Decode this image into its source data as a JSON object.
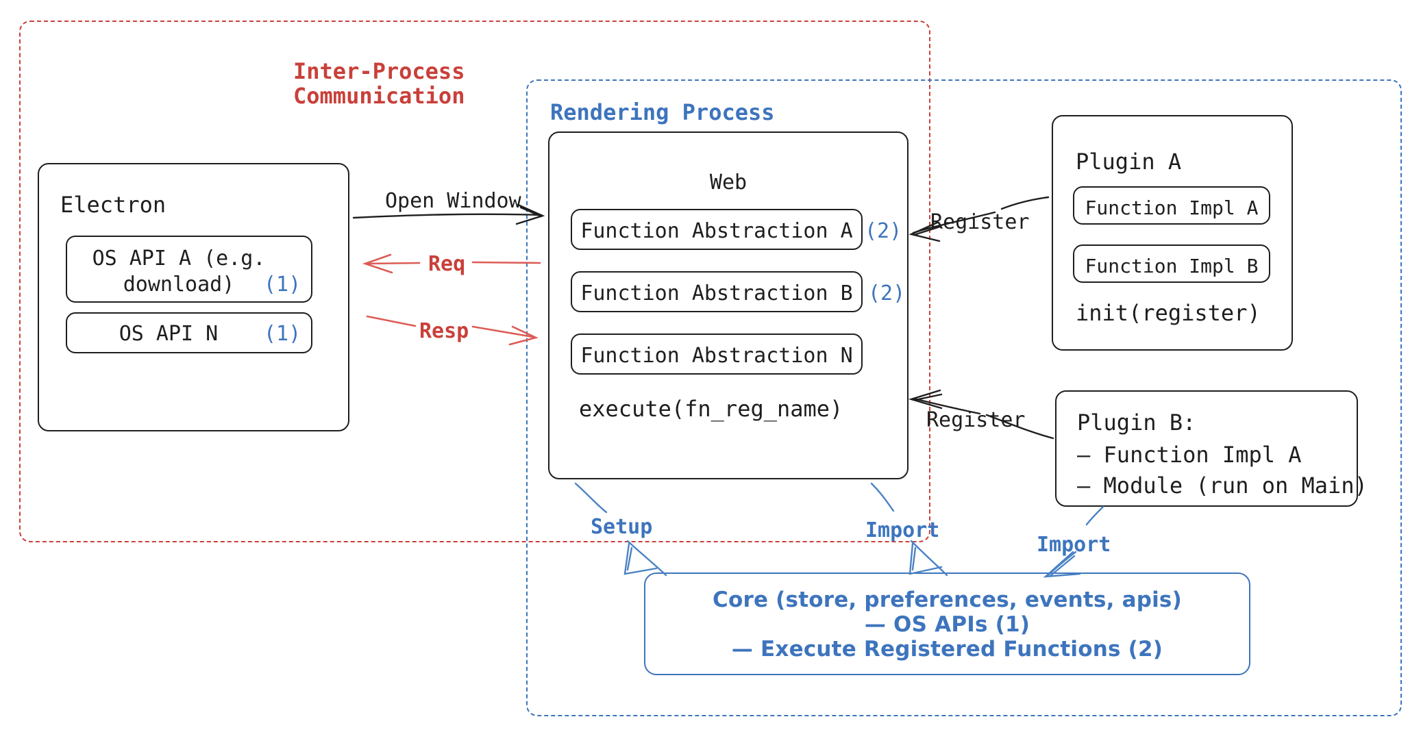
{
  "diagram": {
    "title": "Electron plugin architecture",
    "colors": {
      "ink": "#1e1e1e",
      "red": "#c9403a",
      "blue": "#3d74bd",
      "background": "#ffffff"
    }
  },
  "containers": {
    "ipc": {
      "label": "Inter-Process\nCommunication",
      "label_line1": "Inter-Process",
      "label_line2": "Communication",
      "style": "dashed",
      "color": "#c9403a"
    },
    "rendering": {
      "label": "Rendering Process",
      "style": "dashed",
      "color": "#3d74bd"
    }
  },
  "electron": {
    "title": "Electron",
    "apis": [
      {
        "name_line1": "OS API A (e.g.",
        "name_line2": "download)",
        "marker": "(1)"
      },
      {
        "name_line1": "OS API N",
        "name_line2": "",
        "marker": "(1)"
      }
    ]
  },
  "web": {
    "title": "Web",
    "abstractions": [
      {
        "label": "Function Abstraction A",
        "marker": "(2)"
      },
      {
        "label": "Function Abstraction B",
        "marker": "(2)"
      },
      {
        "label": "Function Abstraction N",
        "marker": ""
      }
    ],
    "footer": "execute(fn_reg_name)"
  },
  "plugin_a": {
    "title": "Plugin A",
    "items": [
      "Function Impl A",
      "Function Impl B"
    ],
    "footer": "init(register)"
  },
  "plugin_b": {
    "title": "Plugin B:",
    "items": [
      "— Function Impl A",
      "— Module (run on Main)"
    ]
  },
  "core": {
    "lines": [
      "Core (store, preferences, events, apis)",
      "— OS APIs (1)",
      "— Execute Registered Functions (2)"
    ]
  },
  "edges": [
    {
      "id": "open-window",
      "label": "Open Window",
      "color": "#1e1e1e"
    },
    {
      "id": "req",
      "label": "Req",
      "color": "#c9403a"
    },
    {
      "id": "resp",
      "label": "Resp",
      "color": "#c9403a"
    },
    {
      "id": "register-a",
      "label": "Register",
      "color": "#1e1e1e"
    },
    {
      "id": "register-b",
      "label": "Register",
      "color": "#1e1e1e"
    },
    {
      "id": "setup",
      "label": "Setup",
      "color": "#3d74bd"
    },
    {
      "id": "import-web",
      "label": "Import",
      "color": "#3d74bd"
    },
    {
      "id": "import-pb",
      "label": "Import",
      "color": "#3d74bd"
    }
  ]
}
